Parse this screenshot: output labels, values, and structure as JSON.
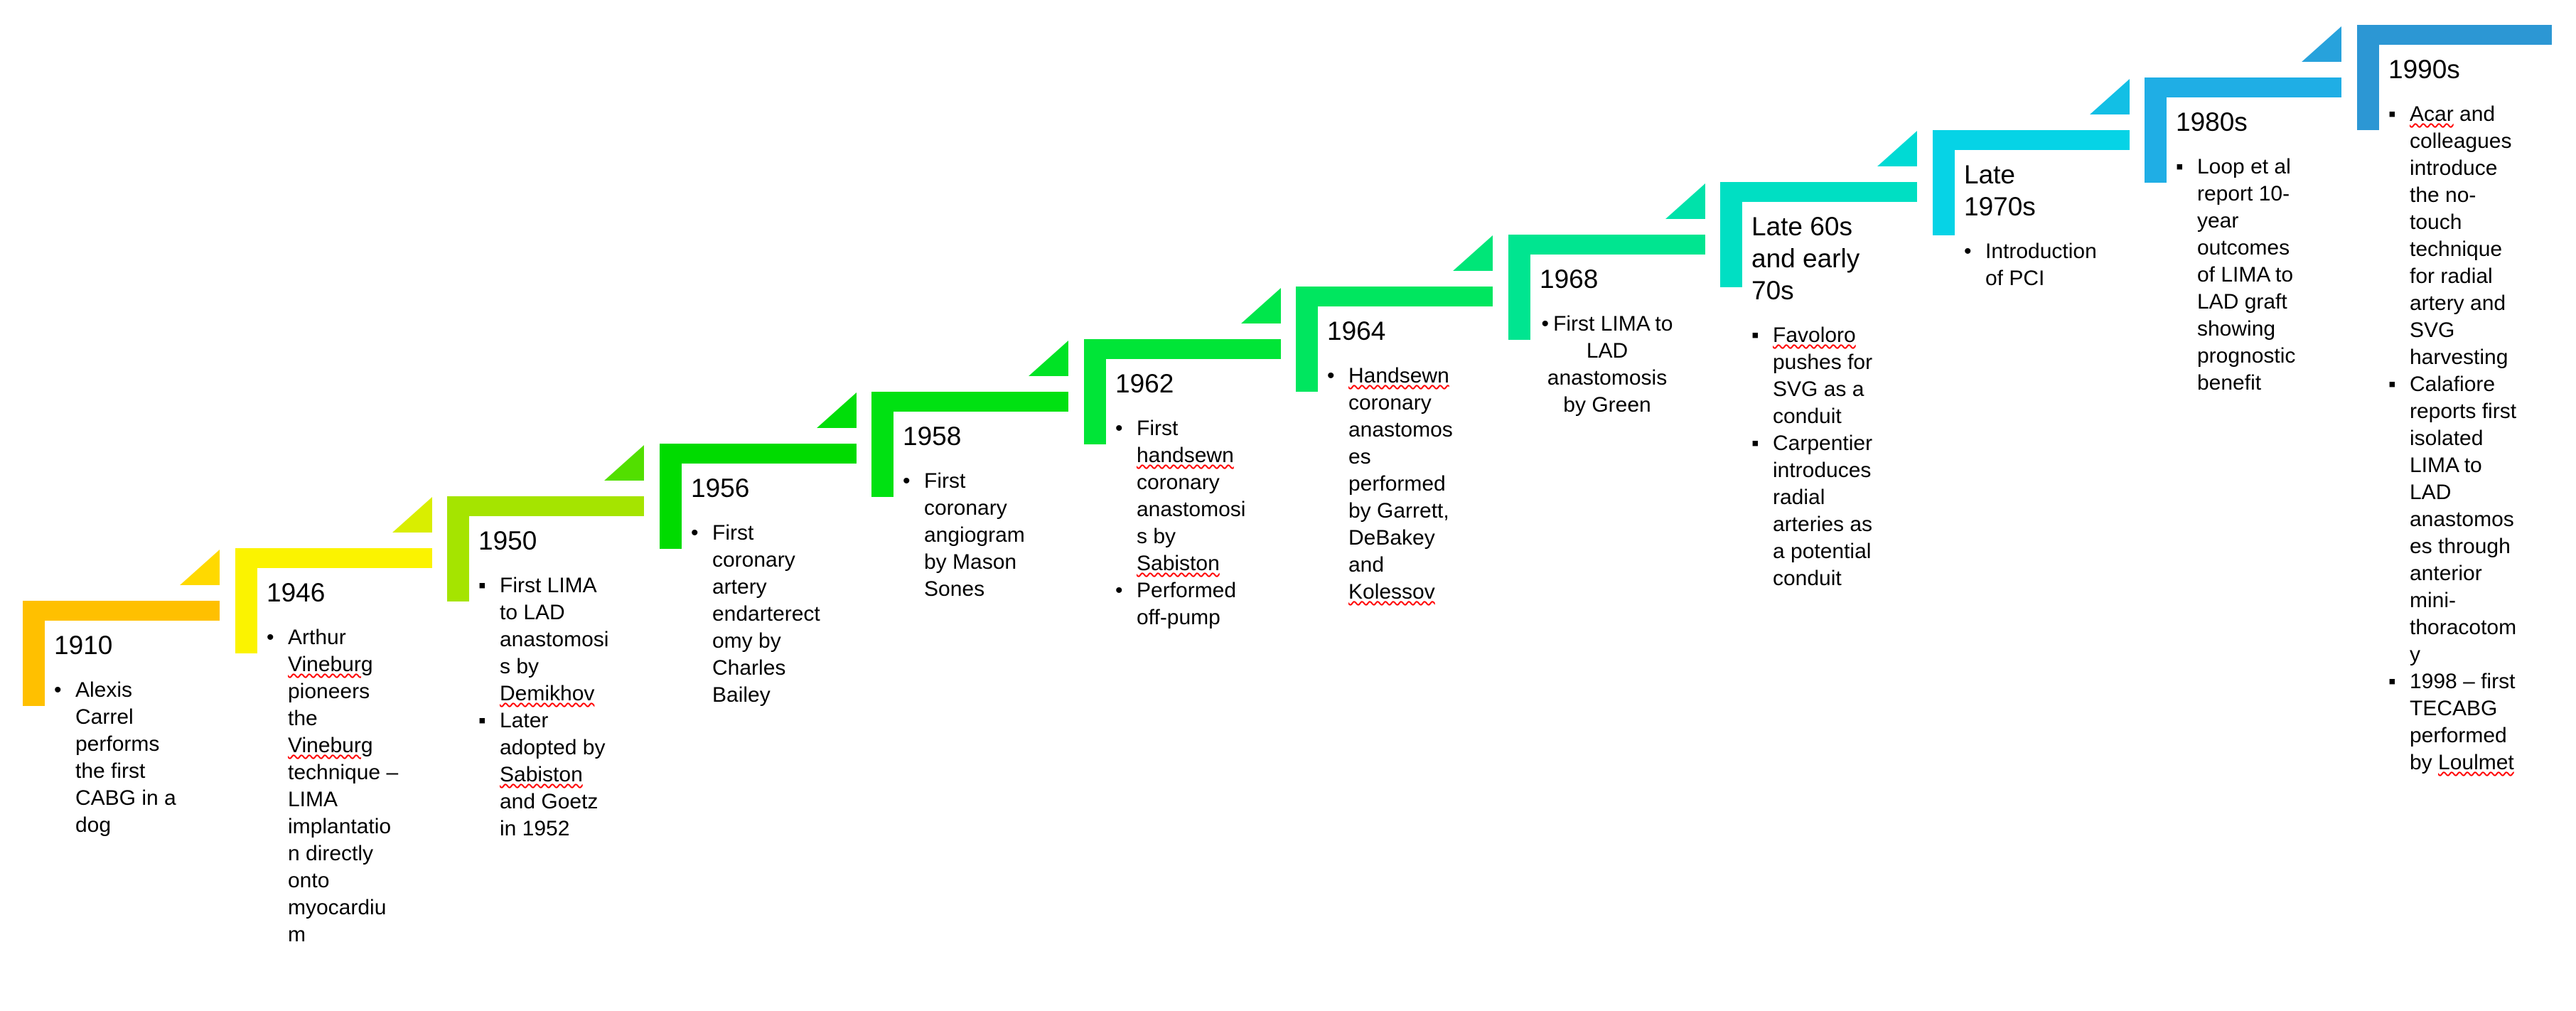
{
  "diagram": {
    "type": "staircase-timeline",
    "subject": "History of coronary artery bypass grafting",
    "background_color": "#FFFFFF",
    "text_color": "#000000",
    "spellcheck_underline_color": "#FF0000",
    "steps": [
      {
        "label": "1910",
        "color": "#FFC000",
        "triangle_color": "#FFD900",
        "bullet_char": "•",
        "align": "left",
        "bullets": [
          {
            "text": "Alexis Carrel performs the first CABG in a dog",
            "underline": []
          }
        ]
      },
      {
        "label": "1946",
        "color": "#FBF300",
        "triangle_color": "#D9EE00",
        "bullet_char": "•",
        "align": "left",
        "bullets": [
          {
            "text": "Arthur Vineburg pioneers the Vineburg technique – LIMA implantation directly onto myocardium",
            "underline": [
              "Vineburg"
            ]
          }
        ]
      },
      {
        "label": "1950",
        "color": "#A5E400",
        "triangle_color": "#52DF00",
        "bullet_char": "▪",
        "align": "left",
        "bullets": [
          {
            "text": "First LIMA to LAD anastomosis by Demikhov",
            "underline": [
              "Demikhov"
            ]
          },
          {
            "text": "Later adopted by Sabiston and Goetz in 1952",
            "underline": [
              "Sabiston"
            ]
          }
        ]
      },
      {
        "label": "1956",
        "color": "#00DB00",
        "triangle_color": "#00DE09",
        "bullet_char": "•",
        "align": "left",
        "bullets": [
          {
            "text": "First coronary artery endarterectomy by Charles Bailey",
            "underline": []
          }
        ]
      },
      {
        "label": "1958",
        "color": "#00E112",
        "triangle_color": "#00E325",
        "bullet_char": "•",
        "align": "left",
        "bullets": [
          {
            "text": "First coronary angiogram by Mason Sones",
            "underline": []
          }
        ]
      },
      {
        "label": "1962",
        "color": "#00E537",
        "triangle_color": "#00E64B",
        "bullet_char": "•",
        "align": "left",
        "bullets": [
          {
            "text": "First handsewn coronary anastomosis by Sabiston",
            "underline": [
              "handsewn",
              "Sabiston"
            ]
          },
          {
            "text": "Performed off-pump",
            "underline": []
          }
        ]
      },
      {
        "label": "1964",
        "color": "#00E65F",
        "triangle_color": "#00E678",
        "bullet_char": "•",
        "align": "left",
        "bullets": [
          {
            "text": "Handsewn coronary anastomoses performed by Garrett, DeBakey and Kolessov",
            "underline": [
              "Handsewn",
              "Kolessov"
            ]
          }
        ]
      },
      {
        "label": "1968",
        "color": "#00E590",
        "triangle_color": "#00E2AA",
        "bullet_char": "•",
        "align": "center",
        "bullets": [
          {
            "text": "First LIMA to LAD anastomosis by Green",
            "underline": []
          }
        ]
      },
      {
        "label": "Late 60s and early 70s",
        "color": "#00DFC3",
        "triangle_color": "#00DAD4",
        "bullet_char": "▪",
        "align": "left",
        "bullets": [
          {
            "text": "Favoloro pushes for SVG as a conduit",
            "underline": [
              "Favoloro"
            ]
          },
          {
            "text": "Carpentier introduces radial arteries as a potential conduit",
            "underline": []
          }
        ]
      },
      {
        "label": "Late 1970s",
        "color": "#06D3E6",
        "triangle_color": "#12BFE5",
        "bullet_char": "•",
        "align": "left",
        "bullets": [
          {
            "text": "Introduction of PCI",
            "underline": []
          }
        ]
      },
      {
        "label": "1980s",
        "color": "#1FAEE5",
        "triangle_color": "#27A2DC",
        "bullet_char": "▪",
        "align": "left",
        "bullets": [
          {
            "text": "Loop et al report 10-year outcomes of LIMA to LAD graft showing prognostic benefit",
            "underline": []
          }
        ]
      },
      {
        "label": "1990s",
        "color": "#2C97D4",
        "triangle_color": null,
        "bullet_char": "▪",
        "align": "left",
        "bullets": [
          {
            "text": "Acar and colleagues introduce the no-touch technique for radial artery and SVG harvesting",
            "underline": [
              "Acar"
            ]
          },
          {
            "text": "Calafiore reports first isolated LIMA to LAD anastomoses through anterior mini-thoracotomy",
            "underline": []
          },
          {
            "text": "1998 – first TECABG performed by Loulmet",
            "underline": [
              "Loulmet"
            ]
          }
        ]
      }
    ]
  }
}
